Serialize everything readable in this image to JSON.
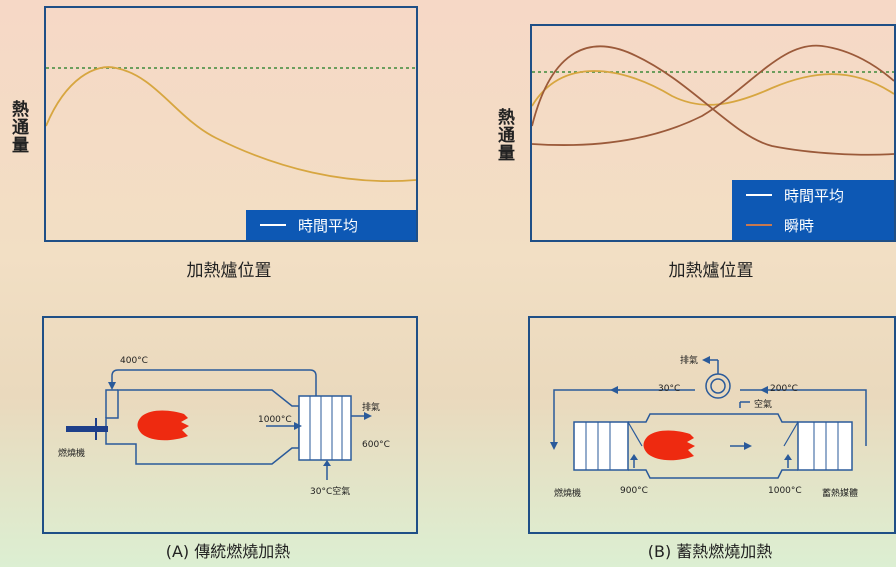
{
  "top_left": {
    "y_label": "熱通量",
    "x_label": "加熱爐位置",
    "legend": [
      {
        "label": "時間平均",
        "color": "#d7a640"
      }
    ]
  },
  "top_right": {
    "y_label": "熱通量",
    "x_label": "加熱爐位置",
    "legend": [
      {
        "label": "時間平均",
        "color": "#d7a640"
      },
      {
        "label": "瞬時",
        "color": "#9b5a3a"
      }
    ]
  },
  "diagram_a": {
    "caption": "(A) 傳統燃燒加熱",
    "labels": {
      "t400": "400°C",
      "t1000": "1000°C",
      "exhaust": "排氣",
      "t600": "600°C",
      "burner": "燃燒機",
      "air": "30°C空氣"
    }
  },
  "diagram_b": {
    "caption": "(B) 蓄熱燃燒加熱",
    "labels": {
      "exhaust": "排氣",
      "t30": "30°C",
      "t200": "200°C",
      "air": "空氣",
      "burner": "燃燒機",
      "t900": "900°C",
      "t1000": "1000°C",
      "regen": "蓄熱媒體"
    }
  },
  "colors": {
    "frame": "#1f4f86",
    "arrow": "#2a5a9a",
    "flame": "#ee2a10",
    "dotted": "#3f8a3a"
  }
}
